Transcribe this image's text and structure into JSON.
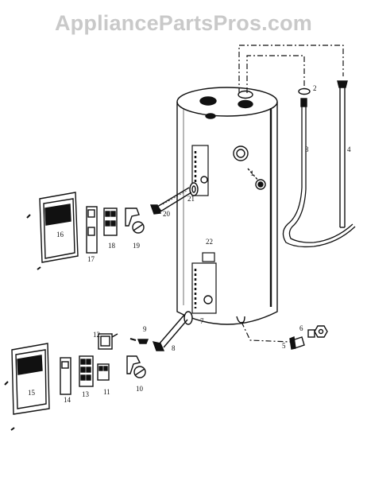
{
  "watermark": "AppliancePartsPros.com",
  "callouts": [
    "1",
    "2",
    "3",
    "4",
    "5",
    "6",
    "7",
    "8",
    "9",
    "10",
    "11",
    "12",
    "13",
    "14",
    "15",
    "16",
    "17",
    "18",
    "19",
    "20",
    "21",
    "22"
  ]
}
